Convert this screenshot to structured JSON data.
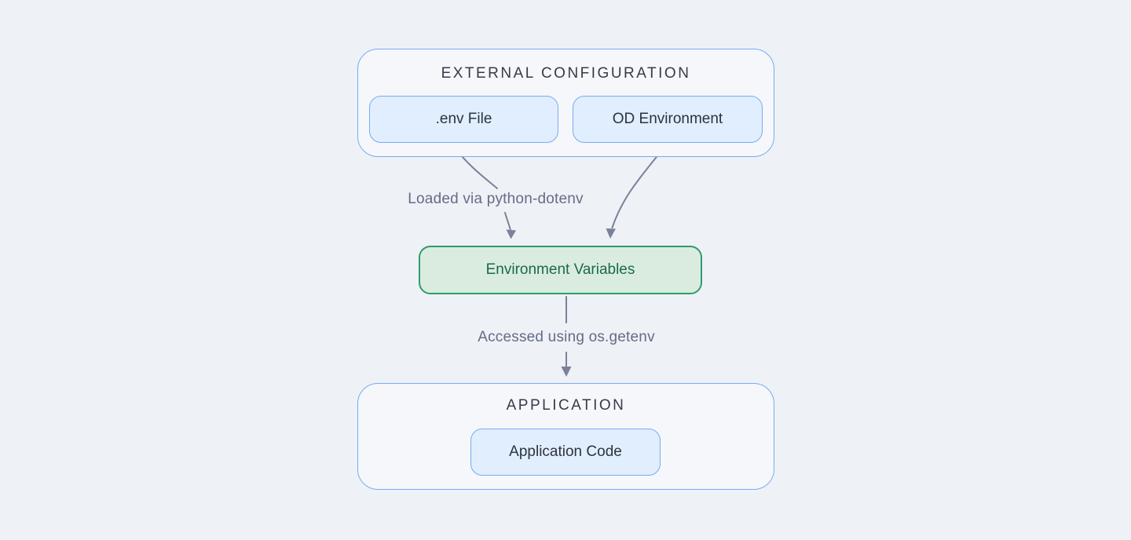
{
  "palette": {
    "page_background": "#eef1f6",
    "group_fill": "#f5f7fb",
    "blue_border": "#79abf2",
    "blue_node_fill": "#e1eefd",
    "blue_node_text": "#2c3340",
    "green_border": "#2f9c6b",
    "green_node_fill": "#daecdf",
    "green_node_text": "#1a6b47",
    "group_title_text": "#363b48",
    "edge_color": "#7b8198",
    "edge_label_text": "#656c86"
  },
  "diagram": {
    "groups": [
      {
        "id": "external-configuration",
        "title": "EXTERNAL CONFIGURATION",
        "nodes": [
          {
            "id": "env-file",
            "label": ".env File"
          },
          {
            "id": "od-environment",
            "label": "OD Environment"
          }
        ]
      },
      {
        "id": "application",
        "title": "APPLICATION",
        "nodes": [
          {
            "id": "application-code",
            "label": "Application Code"
          }
        ]
      }
    ],
    "nodes": [
      {
        "id": "environment-variables",
        "label": "Environment Variables"
      }
    ],
    "edges": [
      {
        "from": "env-file",
        "to": "environment-variables",
        "label": "Loaded via python-dotenv"
      },
      {
        "from": "od-environment",
        "to": "environment-variables",
        "label": ""
      },
      {
        "from": "environment-variables",
        "to": "application-code",
        "label": "Accessed using os.getenv"
      }
    ]
  }
}
